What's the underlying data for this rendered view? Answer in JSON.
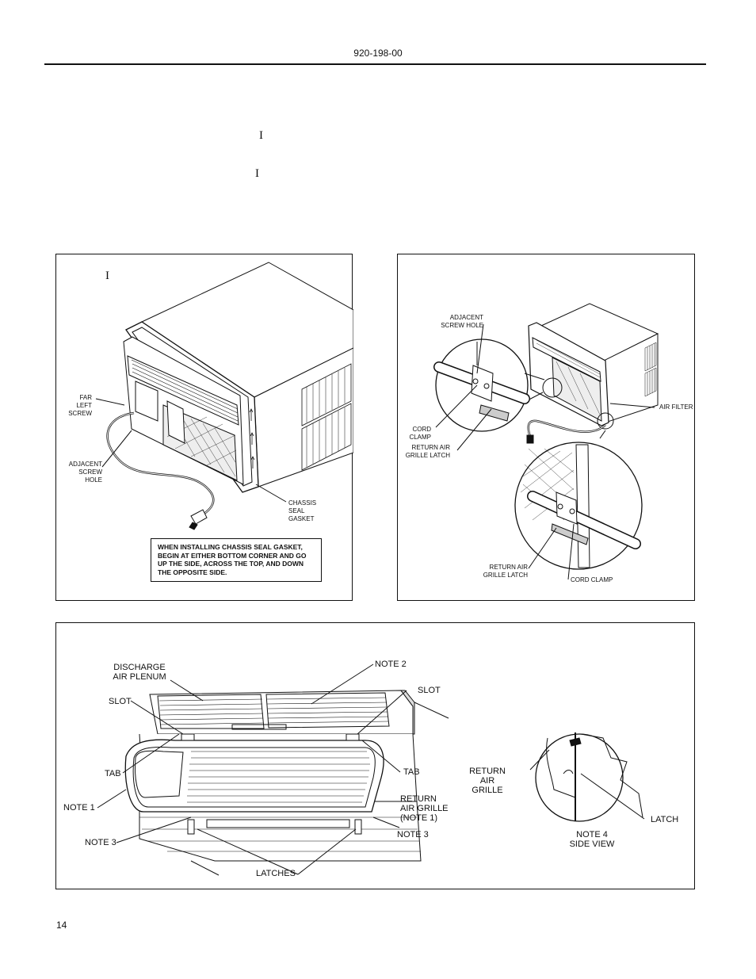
{
  "header": {
    "doc_number": "920-198-00"
  },
  "stray_glyphs": [
    "I",
    "I",
    "I"
  ],
  "figure_left": {
    "labels": {
      "far_left_screw": "FAR\nLEFT\nSCREW",
      "adjacent_screw_hole": "ADJACENT\nSCREW\nHOLE",
      "chassis_seal_gasket": "CHASSIS\nSEAL\nGASKET"
    },
    "note": "WHEN INSTALLING CHASSIS SEAL GASKET, BEGIN AT EITHER BOTTOM CORNER AND GO UP THE SIDE, ACROSS THE TOP, AND DOWN THE OPPOSITE SIDE."
  },
  "figure_right": {
    "labels": {
      "adjacent_screw_hole": "ADJACENT\nSCREW HOLE",
      "cord_clamp_top": "CORD\nCLAMP",
      "return_air_grille_latch_top": "RETURN AIR\nGRILLE LATCH",
      "air_filter": "AIR FILTER",
      "return_air_grille_latch_bottom": "RETURN AIR\nGRILLE LATCH",
      "cord_clamp_bottom": "CORD CLAMP"
    }
  },
  "figure_bottom": {
    "labels": {
      "discharge_air_plenum": "DISCHARGE\nAIR PLENUM",
      "note_2": "NOTE 2",
      "slot_left": "SLOT",
      "slot_right": "SLOT",
      "tab_left": "TAB",
      "tab_right": "TAB",
      "note_1": "NOTE 1",
      "return_air_grille_note1": "RETURN\nAIR GRILLE\n(NOTE 1)",
      "note_3_left": "NOTE 3",
      "note_3_right": "NOTE 3",
      "latches": "LATCHES",
      "return_air_grille": "RETURN\nAIR\nGRILLE",
      "latch": "LATCH",
      "note_4_side_view": "NOTE 4\nSIDE VIEW"
    }
  },
  "footer": {
    "page_number": "14"
  }
}
